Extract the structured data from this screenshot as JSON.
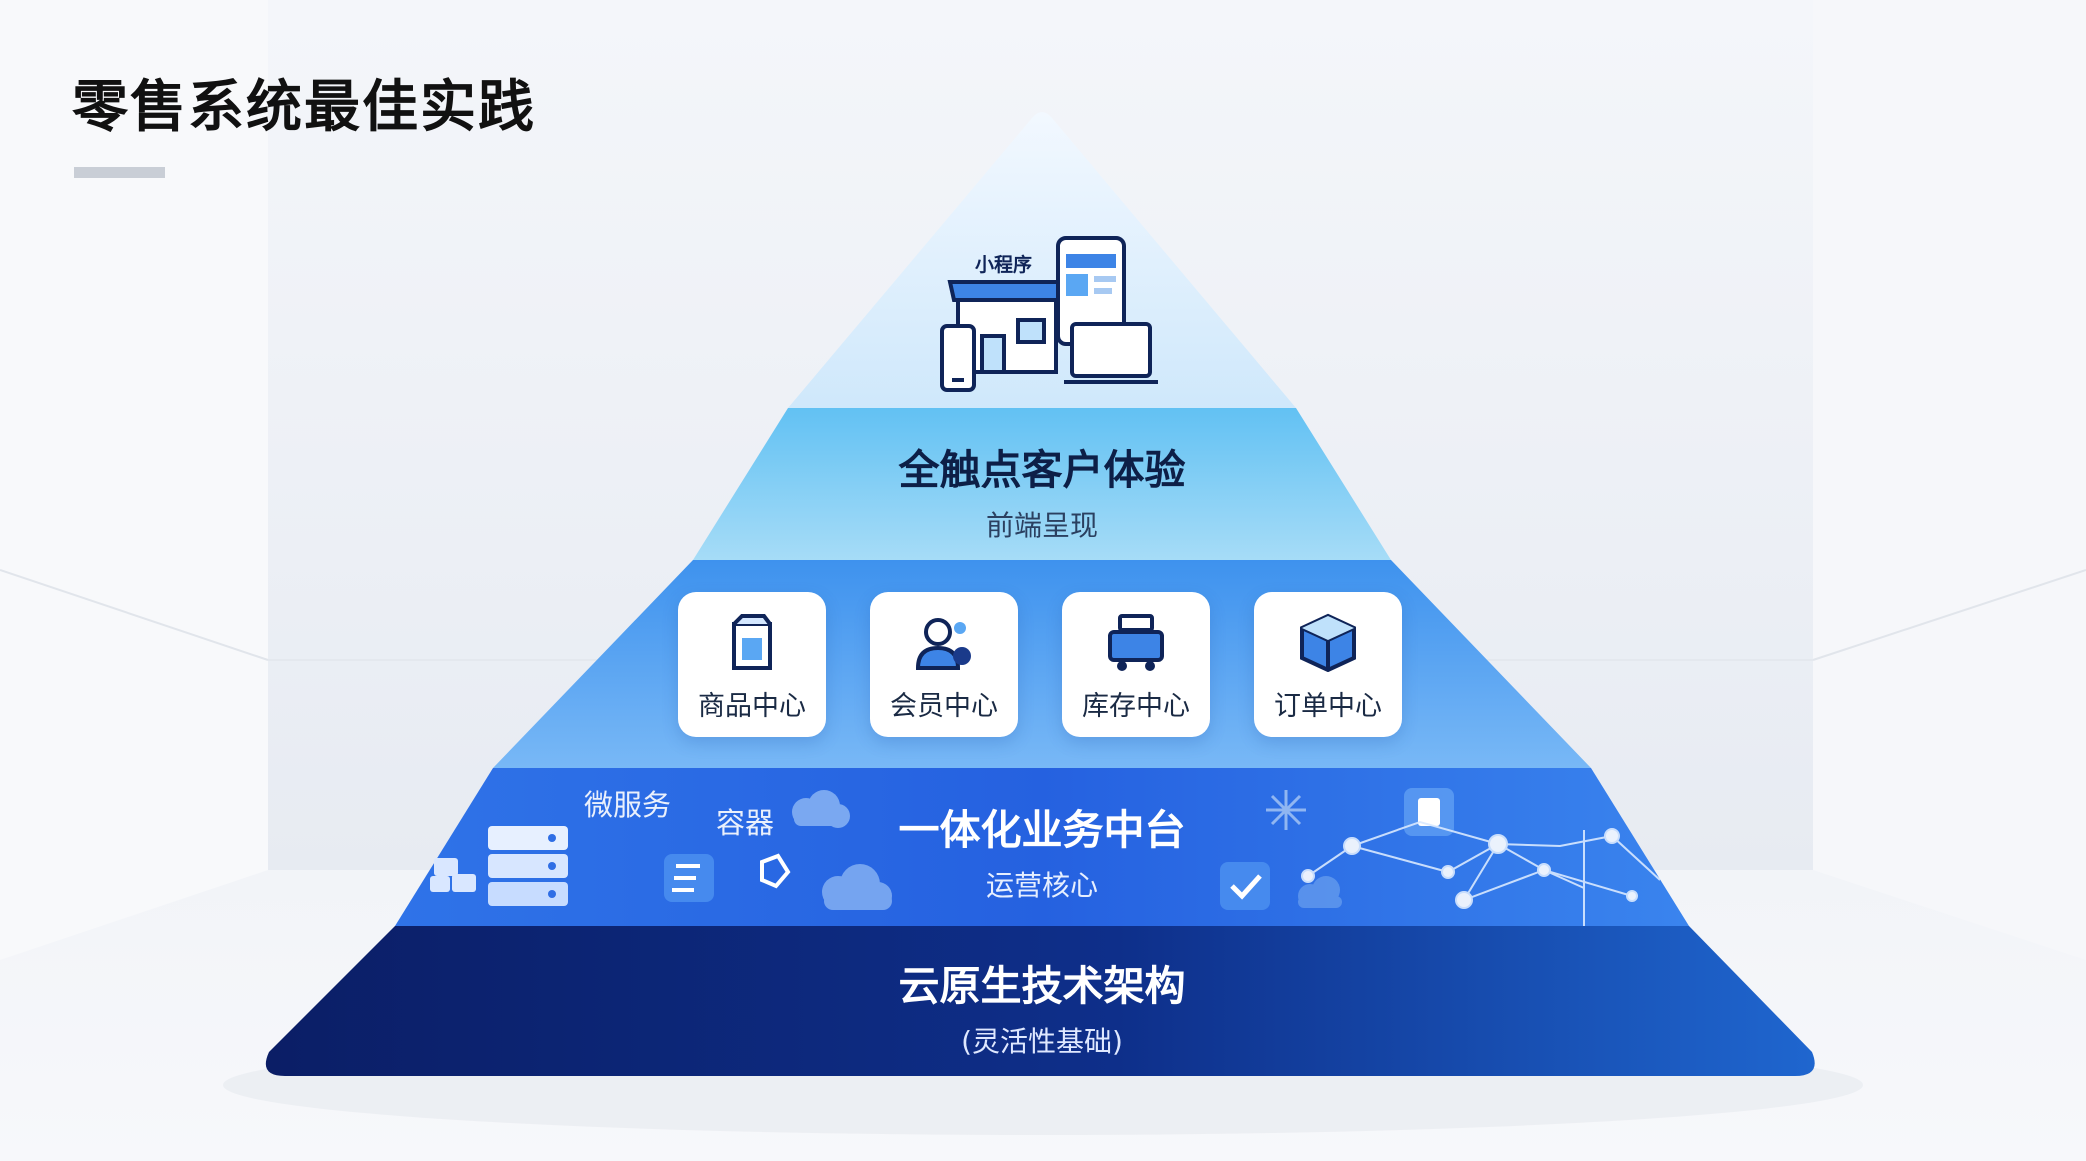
{
  "title": "零售系统最佳实践",
  "colors": {
    "top_tier": "#dcefff",
    "experience_tier": "#7fcaf4",
    "center_tier": "#5aa7f3",
    "operations_tier": "#2f6ee5",
    "foundation_tier": "#0c2a7e"
  },
  "pyramid": {
    "top": {
      "badge": "小程序",
      "icons": [
        "storefront-icon",
        "smartphone-icon",
        "tablet-icon",
        "monitor-icon"
      ]
    },
    "experience": {
      "title": "全触点客户体验",
      "subtitle": "前端呈现"
    },
    "centers": [
      {
        "label": "商品中心",
        "icon": "product-package-icon"
      },
      {
        "label": "会员中心",
        "icon": "member-icon"
      },
      {
        "label": "库存中心",
        "icon": "inventory-cart-icon"
      },
      {
        "label": "订单中心",
        "icon": "order-box-icon"
      }
    ],
    "operations": {
      "title": "一体化业务中台",
      "subtitle": "运营核心",
      "labels": [
        "微服务",
        "容器"
      ]
    },
    "foundation": {
      "title": "云原生技术架构",
      "subtitle": "(灵活性基础)"
    }
  }
}
